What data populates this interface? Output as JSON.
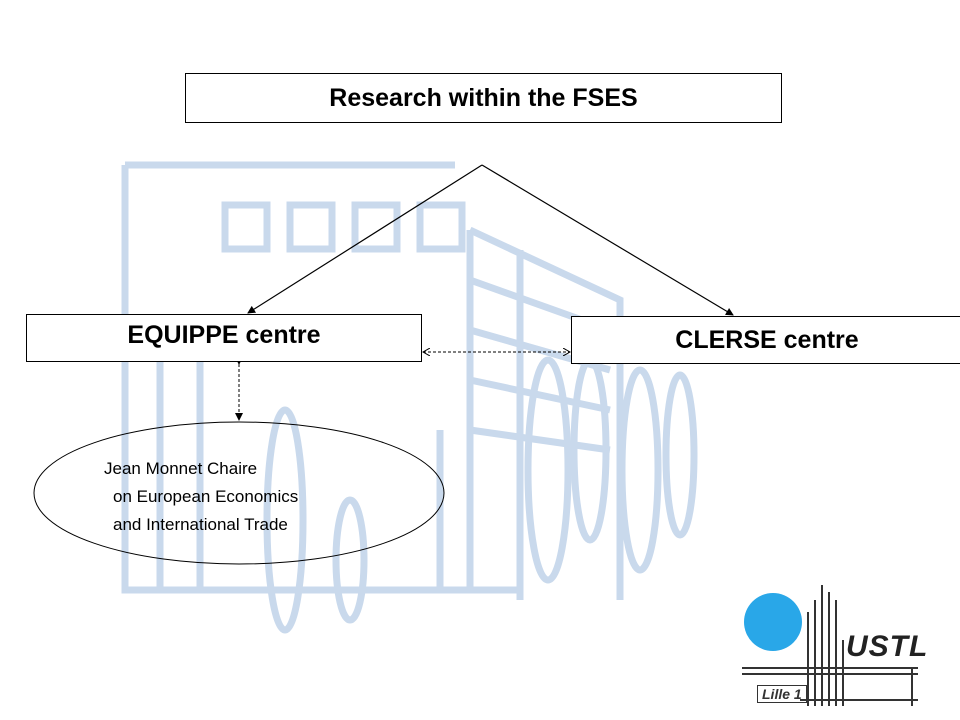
{
  "diagram": {
    "title": "Research within the FSES",
    "left_node": "EQUIPPE  centre",
    "right_node": "CLERSE centre",
    "chair": {
      "line1": "Jean Monnet Chaire",
      "line2": "on European Economics",
      "line3": "and International Trade"
    }
  },
  "logo": {
    "name": "USTL",
    "subtitle": "Lille 1",
    "dot_color": "#29a7e8"
  },
  "colors": {
    "watermark": "#c9d9ec",
    "line": "#000000"
  }
}
